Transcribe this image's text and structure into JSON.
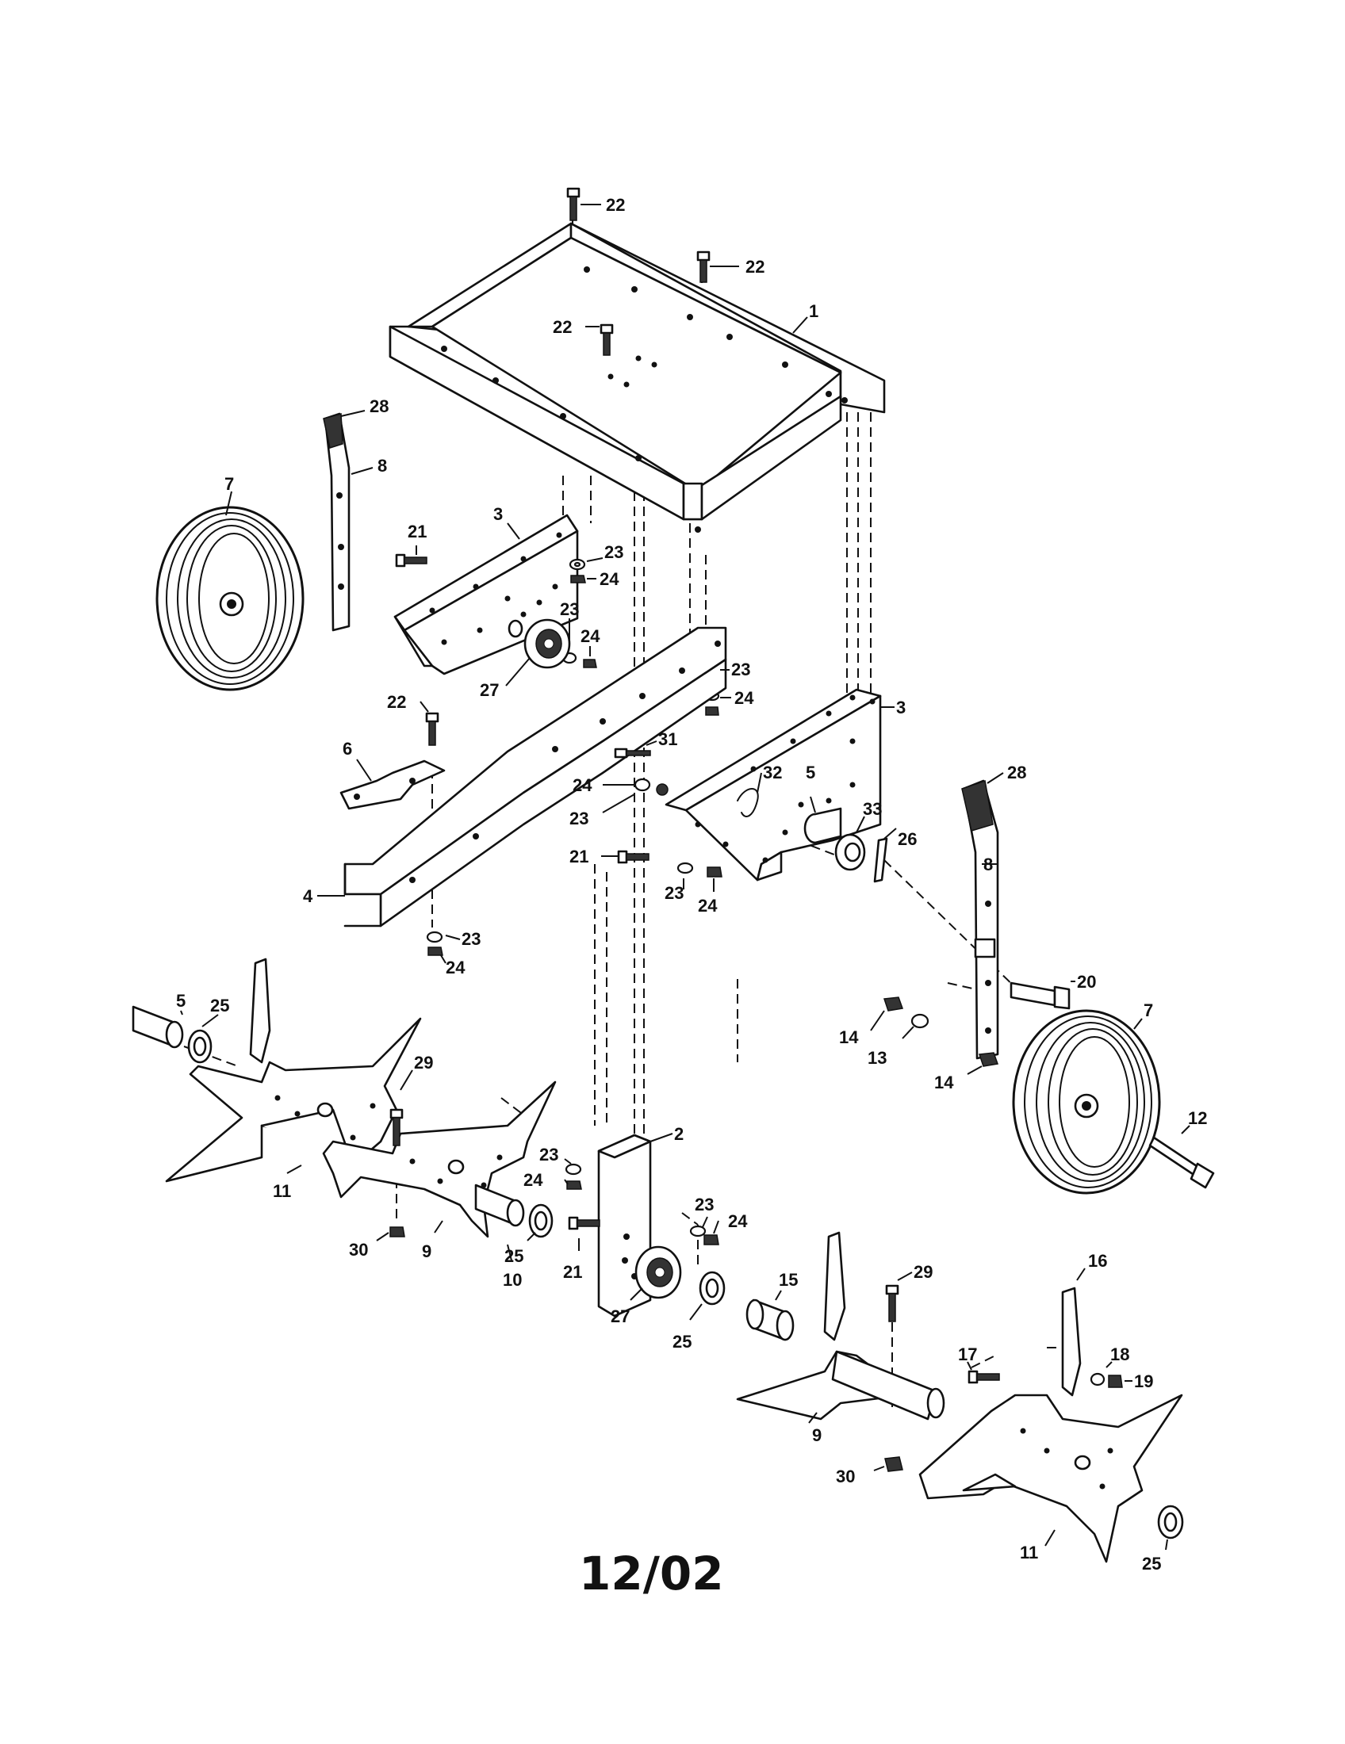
{
  "date_code": "12/02",
  "callouts": [
    {
      "label": "22"
    },
    {
      "label": "22"
    },
    {
      "label": "22"
    },
    {
      "label": "1"
    },
    {
      "label": "28"
    },
    {
      "label": "8"
    },
    {
      "label": "7"
    },
    {
      "label": "3"
    },
    {
      "label": "21"
    },
    {
      "label": "23"
    },
    {
      "label": "24"
    },
    {
      "label": "23"
    },
    {
      "label": "24"
    },
    {
      "label": "27"
    },
    {
      "label": "23"
    },
    {
      "label": "24"
    },
    {
      "label": "3"
    },
    {
      "label": "22"
    },
    {
      "label": "6"
    },
    {
      "label": "31"
    },
    {
      "label": "24"
    },
    {
      "label": "23"
    },
    {
      "label": "32"
    },
    {
      "label": "5"
    },
    {
      "label": "28"
    },
    {
      "label": "33"
    },
    {
      "label": "26"
    },
    {
      "label": "21"
    },
    {
      "label": "23"
    },
    {
      "label": "24"
    },
    {
      "label": "8"
    },
    {
      "label": "4"
    },
    {
      "label": "23"
    },
    {
      "label": "24"
    },
    {
      "label": "20"
    },
    {
      "label": "7"
    },
    {
      "label": "5"
    },
    {
      "label": "25"
    },
    {
      "label": "14"
    },
    {
      "label": "13"
    },
    {
      "label": "14"
    },
    {
      "label": "29"
    },
    {
      "label": "12"
    },
    {
      "label": "2"
    },
    {
      "label": "23"
    },
    {
      "label": "24"
    },
    {
      "label": "11"
    },
    {
      "label": "23"
    },
    {
      "label": "24"
    },
    {
      "label": "30"
    },
    {
      "label": "9"
    },
    {
      "label": "25"
    },
    {
      "label": "10"
    },
    {
      "label": "21"
    },
    {
      "label": "15"
    },
    {
      "label": "29"
    },
    {
      "label": "16"
    },
    {
      "label": "27"
    },
    {
      "label": "25"
    },
    {
      "label": "17"
    },
    {
      "label": "18"
    },
    {
      "label": "19"
    },
    {
      "label": "9"
    },
    {
      "label": "30"
    },
    {
      "label": "11"
    },
    {
      "label": "25"
    }
  ]
}
